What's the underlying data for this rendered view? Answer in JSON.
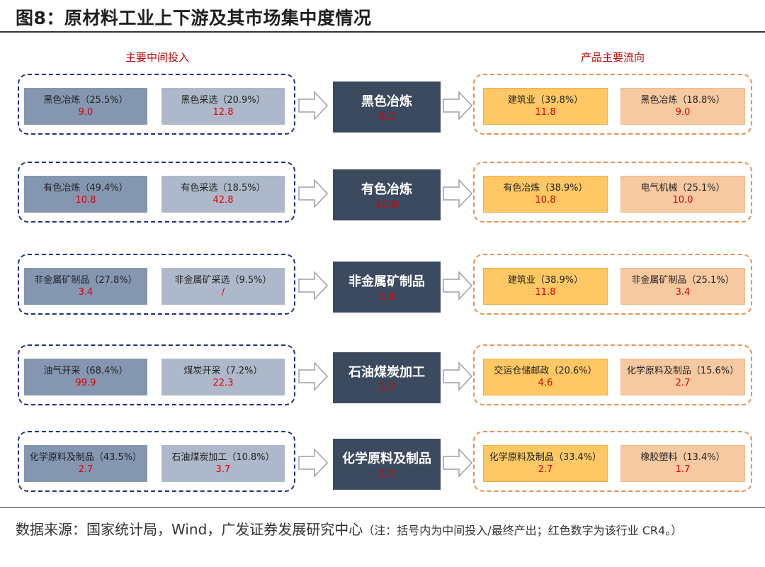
{
  "title": "图8：原材料工业上下游及其市场集中度情况",
  "headers": {
    "inputs": "主要中间投入",
    "outputs": "产品主要流向"
  },
  "rows": [
    {
      "inputs": [
        {
          "label": "黑色冶炼（25.5%）",
          "value": "9.0"
        },
        {
          "label": "黑色采选（20.9%）",
          "value": "12.8"
        }
      ],
      "center": {
        "label": "黑色冶炼",
        "value": "9.0"
      },
      "outputs": [
        {
          "label": "建筑业（39.8%）",
          "value": "11.8"
        },
        {
          "label": "黑色冶炼（18.8%）",
          "value": "9.0"
        }
      ]
    },
    {
      "inputs": [
        {
          "label": "有色冶炼（49.4%）",
          "value": "10.8"
        },
        {
          "label": "有色采选（18.5%）",
          "value": "42.8"
        }
      ],
      "center": {
        "label": "有色冶炼",
        "value": "10.8"
      },
      "outputs": [
        {
          "label": "有色冶炼（38.9%）",
          "value": "10.8"
        },
        {
          "label": "电气机械（25.1%）",
          "value": "10.0"
        }
      ]
    },
    {
      "inputs": [
        {
          "label": "非金属矿制品（27.8%）",
          "value": "3.4"
        },
        {
          "label": "非金属矿采选（9.5%）",
          "value": "/"
        }
      ],
      "center": {
        "label": "非金属矿制品",
        "value": "3.4"
      },
      "outputs": [
        {
          "label": "建筑业（38.9%）",
          "value": "11.8"
        },
        {
          "label": "非金属矿制品（25.1%）",
          "value": "3.4"
        }
      ]
    },
    {
      "inputs": [
        {
          "label": "油气开采（68.4%）",
          "value": "99.9"
        },
        {
          "label": "煤炭开采（7.2%）",
          "value": "22.3"
        }
      ],
      "center": {
        "label": "石油煤炭加工",
        "value": "3.7"
      },
      "outputs": [
        {
          "label": "交运仓储邮政（20.6%）",
          "value": "4.6"
        },
        {
          "label": "化学原料及制品（15.6%）",
          "value": "2.7"
        }
      ]
    },
    {
      "inputs": [
        {
          "label": "化学原料及制品（43.5%）",
          "value": "2.7"
        },
        {
          "label": "石油煤炭加工（10.8%）",
          "value": "3.7"
        }
      ],
      "center": {
        "label": "化学原料及制品",
        "value": "2.7"
      },
      "outputs": [
        {
          "label": "化学原料及制品（33.4%）",
          "value": "2.7"
        },
        {
          "label": "橡胶塑料（13.4%）",
          "value": "1.7"
        }
      ]
    }
  ],
  "source": {
    "main": "数据来源：国家统计局，Wind，广发证券发展研究中心",
    "note": "（注：括号内为中间投入/最终产出；红色数字为该行业 CR4。）"
  }
}
